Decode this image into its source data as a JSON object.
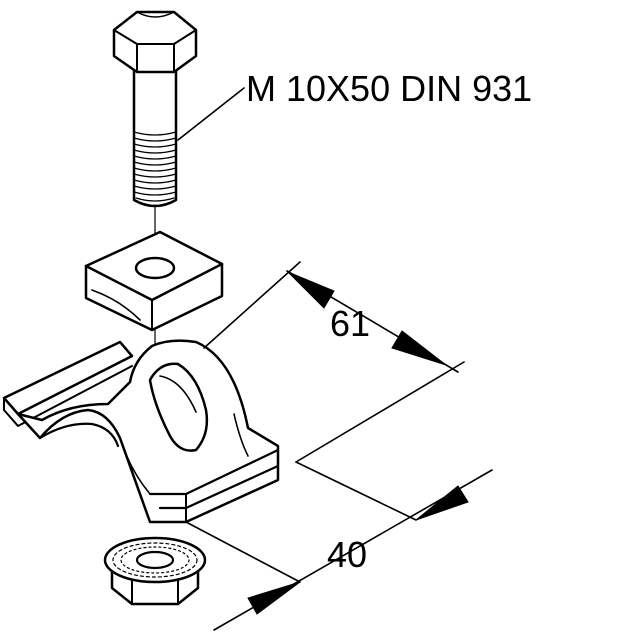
{
  "labels": {
    "bolt_spec": "M 10X50 DIN 931",
    "width_dim": "61",
    "depth_dim": "40"
  },
  "colors": {
    "line": "#000000",
    "background": "#ffffff"
  }
}
